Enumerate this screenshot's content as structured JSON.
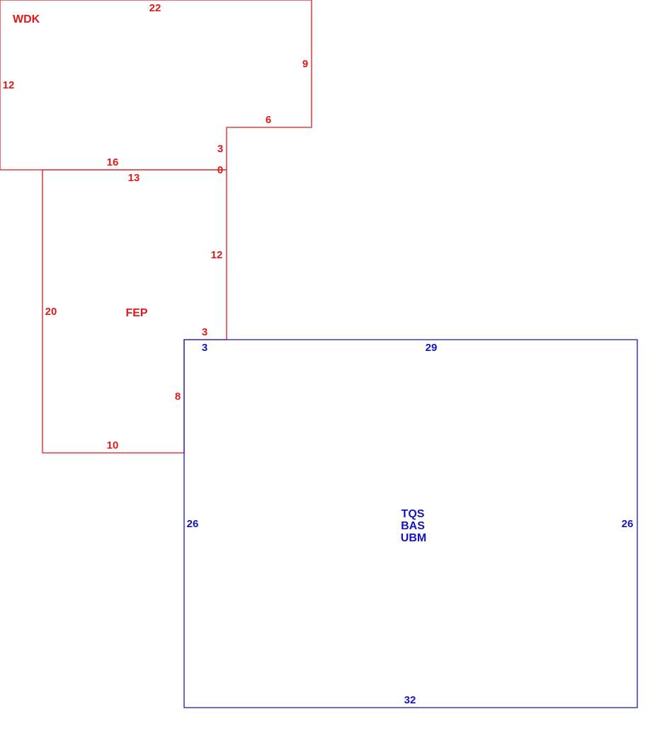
{
  "colors": {
    "red": "#e0191b",
    "blue": "#1515c0",
    "background": "#ffffff"
  },
  "rooms": [
    {
      "id": "wdk",
      "color": "red",
      "names": [
        "WDK"
      ],
      "dimensions": [
        "22",
        "9",
        "6",
        "3",
        "0",
        "16",
        "12"
      ]
    },
    {
      "id": "fep",
      "color": "red",
      "names": [
        "FEP"
      ],
      "dimensions": [
        "13",
        "12",
        "3",
        "8",
        "10",
        "20"
      ]
    },
    {
      "id": "tqs",
      "color": "blue",
      "names": [
        "TQS",
        "BAS",
        "UBM"
      ],
      "dimensions": [
        "3",
        "29",
        "26",
        "32",
        "26"
      ]
    }
  ]
}
